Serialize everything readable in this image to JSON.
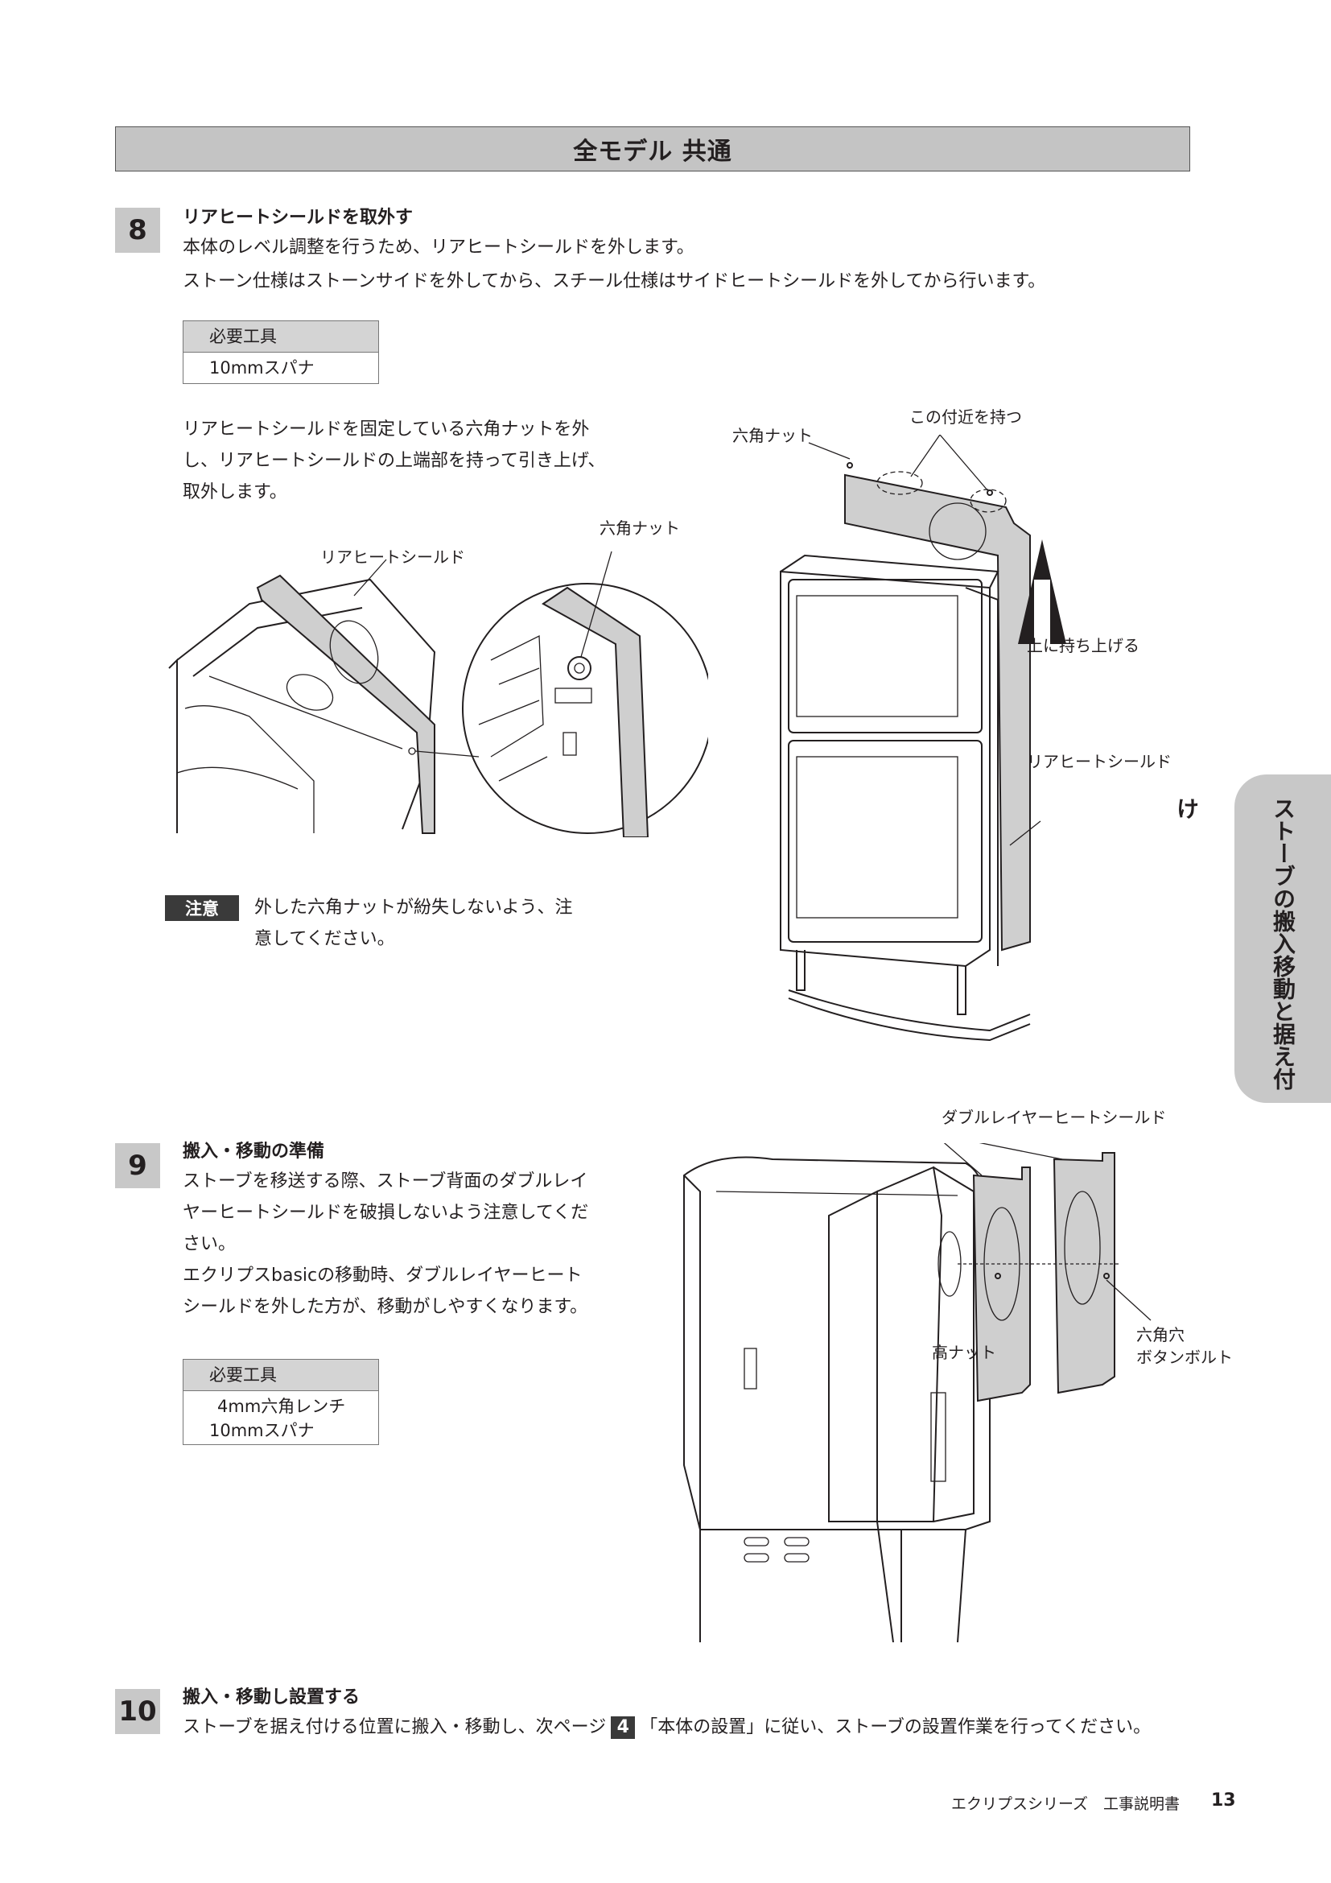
{
  "section_title": "全モデル 共通",
  "side_tab": "ストーブの搬入移動と据え付け",
  "step8": {
    "number": "8",
    "title": "リアヒートシールドを取外す",
    "line1": "本体のレベル調整を行うため、リアヒートシールドを外します。",
    "line2": "ストーン仕様はストーンサイドを外してから、スチール仕様はサイドヒートシールドを外してから行います。",
    "tools_header": "必要工具",
    "tools": [
      "10mmスパナ"
    ],
    "desc": [
      "リアヒートシールドを固定している六角ナットを外",
      "し、リアヒートシールドの上端部を持って引き上げ、",
      "取外します。"
    ],
    "labels": {
      "rear_shield_left": "リアヒートシールド",
      "hex_nut_zoom": "六角ナット",
      "hex_nut_right": "六角ナット",
      "hold_here": "この付近を持つ",
      "lift_up": "上に持ち上げる",
      "rear_shield_right": "リアヒートシールド"
    },
    "caution_badge": "注意",
    "caution": [
      "外した六角ナットが紛失しないよう、注",
      "意してください。"
    ]
  },
  "step9": {
    "number": "9",
    "title": "搬入・移動の準備",
    "desc": [
      "ストーブを移送する際、ストーブ背面のダブルレイ",
      "ヤーヒートシールドを破損しないよう注意してくだ",
      "さい。",
      "エクリプスbasicの移動時、ダブルレイヤーヒート",
      "シールドを外した方が、移動がしやすくなります。"
    ],
    "tools_header": "必要工具",
    "tools": [
      "4mm六角レンチ",
      "10mmスパナ"
    ],
    "labels": {
      "double_layer": "ダブルレイヤーヒートシールド",
      "tall_nut": "高ナット",
      "hex_hole": "六角穴",
      "button_bolt": "ボタンボルト"
    }
  },
  "step10": {
    "number": "10",
    "title": "搬入・移動し設置する",
    "text_before": "ストーブを据え付ける位置に搬入・移動し、次ページ",
    "ref_num": "4",
    "text_after": "「本体の設置」に従い、ストーブの設置作業を行ってください。"
  },
  "footer": {
    "doc_name": "エクリプスシリーズ　工事説明書",
    "page": "13"
  }
}
